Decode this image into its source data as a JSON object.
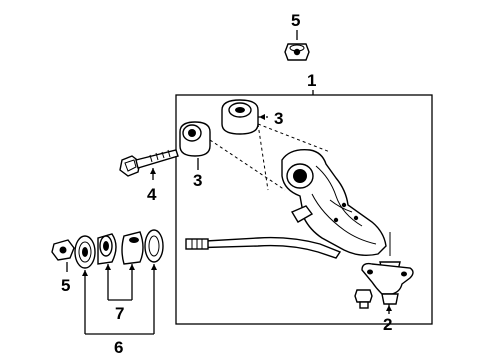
{
  "callouts": {
    "c1": "1",
    "c2": "2",
    "c3a": "3",
    "c3b": "3",
    "c4": "4",
    "c5a": "5",
    "c5b": "5",
    "c6": "6",
    "c7": "7"
  }
}
